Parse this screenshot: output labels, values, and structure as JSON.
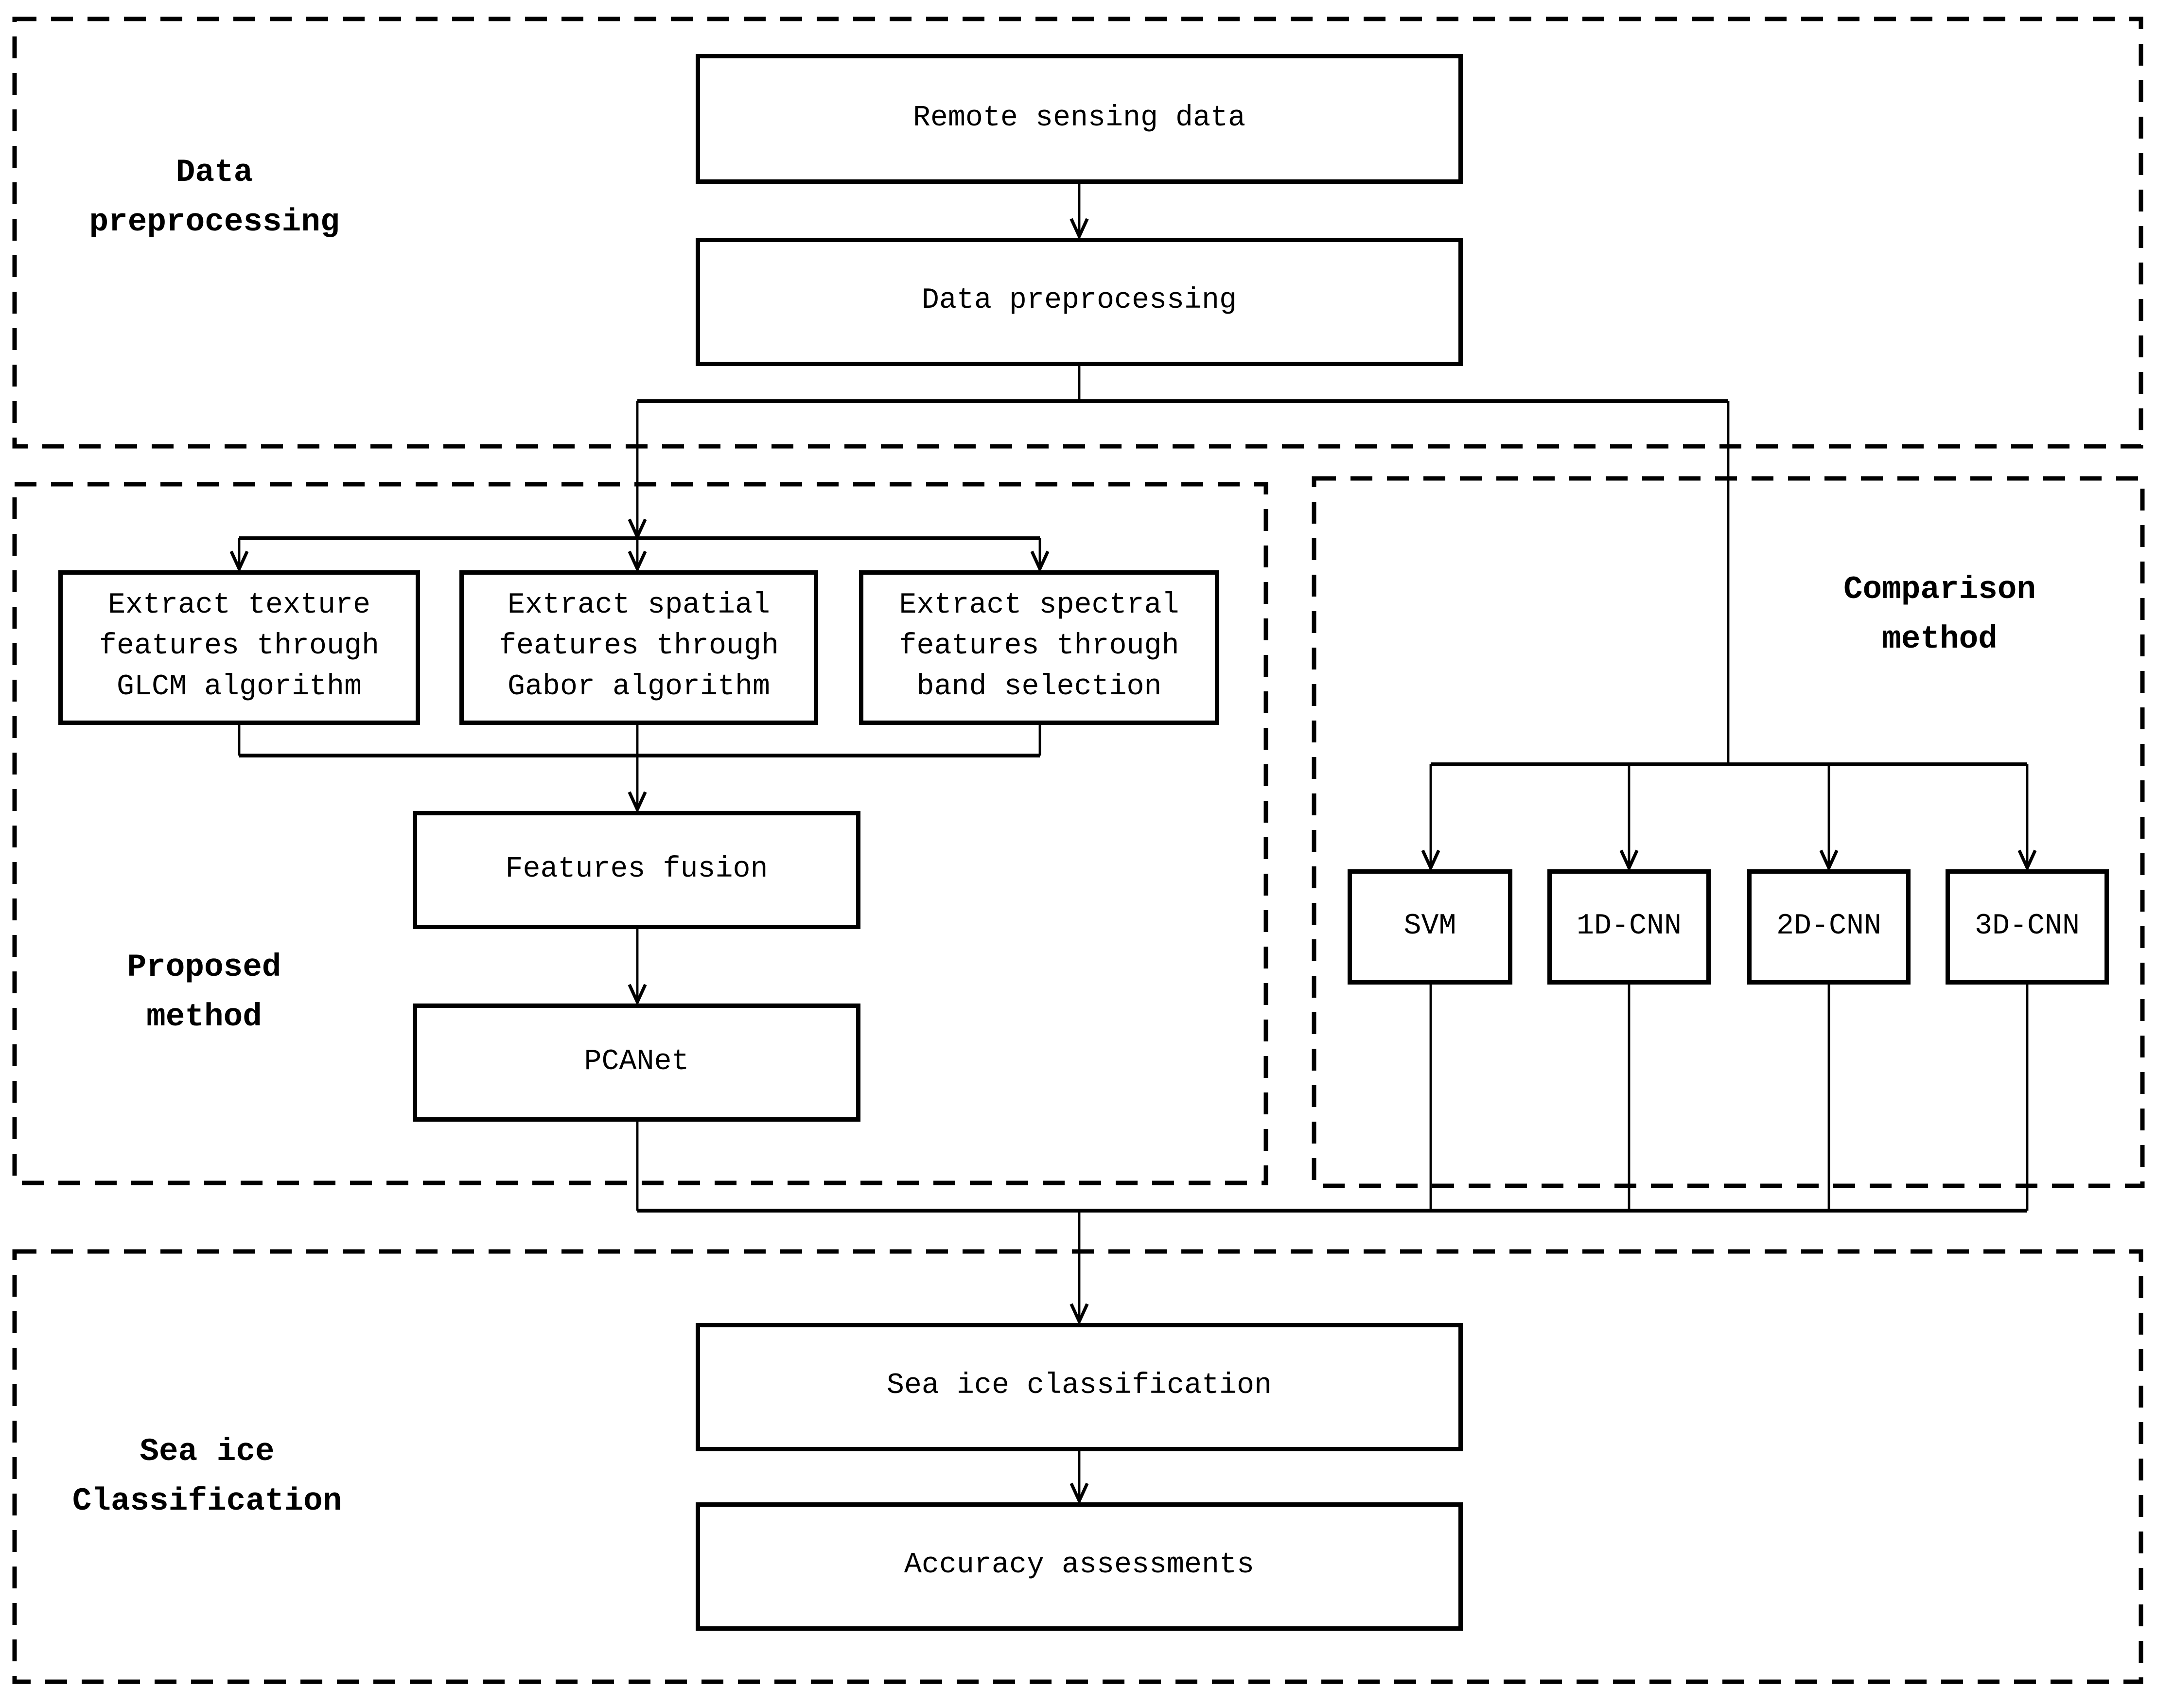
{
  "sections": {
    "data_preprocessing": {
      "label": "Data\npreprocessing"
    },
    "proposed_method": {
      "label": "Proposed\nmethod"
    },
    "comparison_method": {
      "label": "Comparison\nmethod"
    },
    "sea_ice_classification": {
      "label": "Sea ice\nClassification"
    }
  },
  "nodes": {
    "remote_sensing_data": "Remote sensing data",
    "data_preprocessing": "Data preprocessing",
    "extract_texture": "Extract texture\nfeatures through\nGLCM algorithm",
    "extract_spatial": "Extract spatial\nfeatures through\nGabor algorithm",
    "extract_spectral": "Extract spectral\nfeatures through\nband selection",
    "features_fusion": "Features fusion",
    "pcanet": "PCANet",
    "svm": "SVM",
    "cnn_1d": "1D-CNN",
    "cnn_2d": "2D-CNN",
    "cnn_3d": "3D-CNN",
    "sea_ice_classification": "Sea ice classification",
    "accuracy_assessments": "Accuracy assessments"
  },
  "colors": {
    "background": "#ffffff",
    "line": "#000000",
    "text": "#000000"
  }
}
